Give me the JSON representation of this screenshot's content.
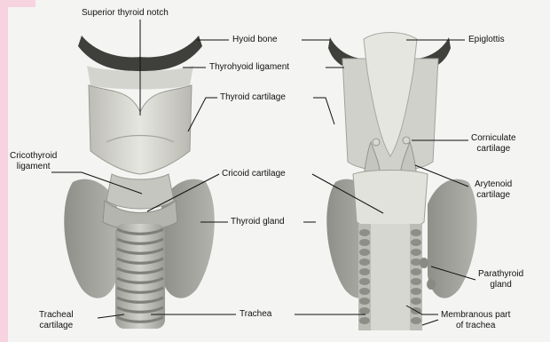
{
  "labels": {
    "superior_thyroid_notch": "Superior thyroid notch",
    "hyoid_bone": "Hyoid bone",
    "epiglottis": "Epiglottis",
    "thyrohyoid_ligament": "Thyrohyoid ligament",
    "thyroid_cartilage": "Thyroid cartilage",
    "cricothyroid_ligament": "Cricothyroid\nligament",
    "cricoid_cartilage": "Cricoid cartilage",
    "corniculate_cartilage": "Corniculate\ncartilage",
    "arytenoid_cartilage": "Arytenoid\ncartilage",
    "thyroid_gland": "Thyroid gland",
    "parathyroid_gland": "Parathyroid\ngland",
    "tracheal_cartilage": "Tracheal\ncartilage",
    "trachea": "Trachea",
    "membranous_part_of_trachea": "Membranous part\nof trachea"
  }
}
